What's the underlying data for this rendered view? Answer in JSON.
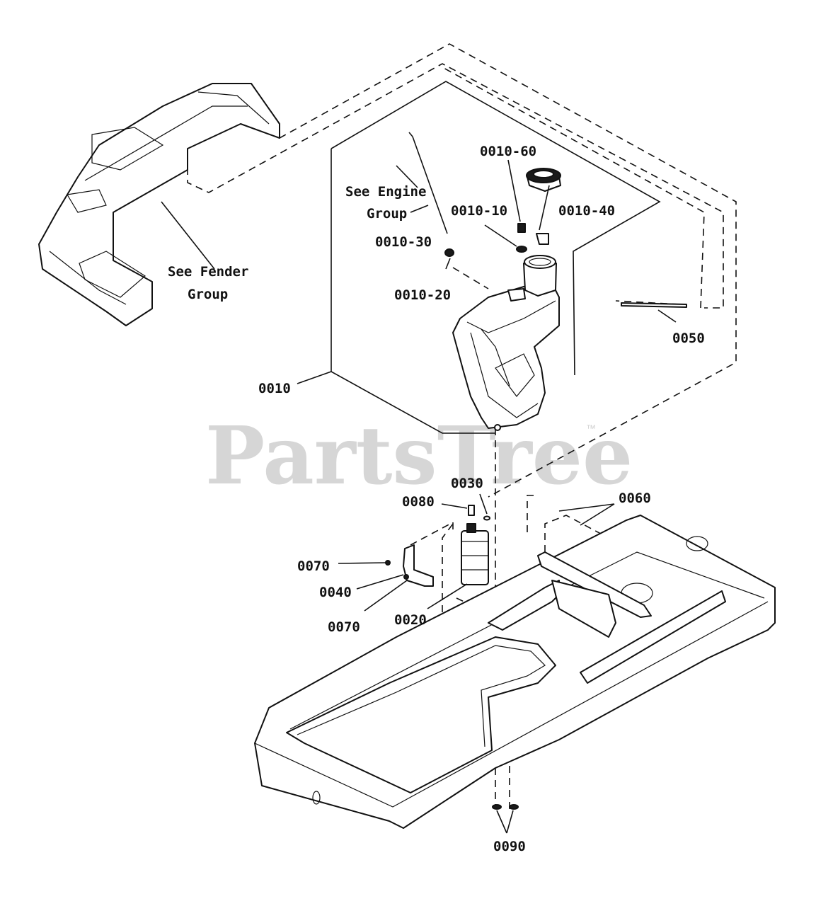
{
  "watermark": {
    "text": "PartsTree",
    "trademark": "™"
  },
  "callouts": {
    "c0010_60": "0010-60",
    "see_engine_1": "See Engine",
    "see_engine_2": "Group",
    "c0010_10": "0010-10",
    "c0010_40": "0010-40",
    "c0010_30": "0010-30",
    "c0010_20": "0010-20",
    "see_fender_1": "See Fender",
    "see_fender_2": "Group",
    "c0050": "0050",
    "c0010": "0010",
    "c0030": "0030",
    "c0080": "0080",
    "c0060": "0060",
    "c0070_a": "0070",
    "c0040": "0040",
    "c0070_b": "0070",
    "c0020": "0020",
    "c0090": "0090"
  }
}
